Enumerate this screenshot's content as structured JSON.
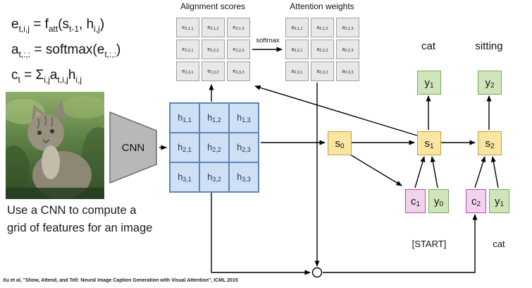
{
  "equations": {
    "eq1": [
      {
        "t": "e"
      },
      {
        "s": "t,i,j"
      },
      {
        "t": " = f"
      },
      {
        "s": "att"
      },
      {
        "t": "(s"
      },
      {
        "s": "t-1"
      },
      {
        "t": ", h"
      },
      {
        "s": "i,j"
      },
      {
        "t": ")"
      }
    ],
    "eq2": [
      {
        "t": "a"
      },
      {
        "s": "t,:,:"
      },
      {
        "t": " = softmax(e"
      },
      {
        "s": "t,:,:"
      },
      {
        "t": ")"
      }
    ],
    "eq3": [
      {
        "t": "c"
      },
      {
        "s": "t"
      },
      {
        "t": " = Σ"
      },
      {
        "s": "i,j"
      },
      {
        "t": "a"
      },
      {
        "s": "t,i,j"
      },
      {
        "t": "h"
      },
      {
        "s": "i,j"
      }
    ]
  },
  "labels": {
    "alignment_title": "Alignment scores",
    "attention_title": "Attention weights",
    "softmax": "softmax",
    "cnn": "CNN",
    "word_out_1": "cat",
    "word_out_2": "sitting",
    "start_token": "[START]",
    "word_in_2": "cat",
    "caption_line1": "Use a CNN to compute a",
    "caption_line2": "grid of features for an image",
    "citation": "Xu et al, \"Show, Attend, and Tell: Neural Image Caption Generation with Visual Attention\", ICML 2015"
  },
  "grids": {
    "alignment": {
      "prefix": "e",
      "cells": [
        "2,1,1",
        "2,1,2",
        "2,1,3",
        "2,2,1",
        "2,2,2",
        "2,2,3",
        "2,3,1",
        "2,3,2",
        "2,3,3"
      ]
    },
    "attention": {
      "prefix": "a",
      "cells": [
        "2,1,1",
        "2,1,2",
        "2,1,3",
        "2,2,1",
        "2,2,2",
        "2,2,3",
        "2,3,1",
        "2,3,2",
        "2,3,3"
      ]
    },
    "features": {
      "prefix": "h",
      "cells": [
        "1,1",
        "1,2",
        "1,3",
        "2,1",
        "2,2",
        "2,3",
        "3,1",
        "3,2",
        "3,3"
      ]
    }
  },
  "boxes": {
    "s0": {
      "base": "s",
      "sub": "0"
    },
    "s1": {
      "base": "s",
      "sub": "1"
    },
    "s2": {
      "base": "s",
      "sub": "2"
    },
    "y1_out": {
      "base": "y",
      "sub": "1"
    },
    "y2_out": {
      "base": "y",
      "sub": "2"
    },
    "c1": {
      "base": "c",
      "sub": "1"
    },
    "c2": {
      "base": "c",
      "sub": "2"
    },
    "y0_in": {
      "base": "y",
      "sub": "0"
    },
    "y1_in": {
      "base": "y",
      "sub": "1"
    }
  },
  "colors": {
    "cell_fill": "#e8e8e8",
    "cell_border": "#a0a0a0",
    "feature_fill": "#cfe0f4",
    "feature_border": "#5b87b8",
    "state_fill": "#fbe5a2",
    "state_border": "#c79f3a",
    "word_fill": "#cfe6ba",
    "word_border": "#79ab5d",
    "context_fill": "#f2d3ed",
    "context_border": "#bf47b2",
    "cnn_fill": "#b8b8b8",
    "cnn_border": "#6e6e6e",
    "arrow": "#000000"
  }
}
